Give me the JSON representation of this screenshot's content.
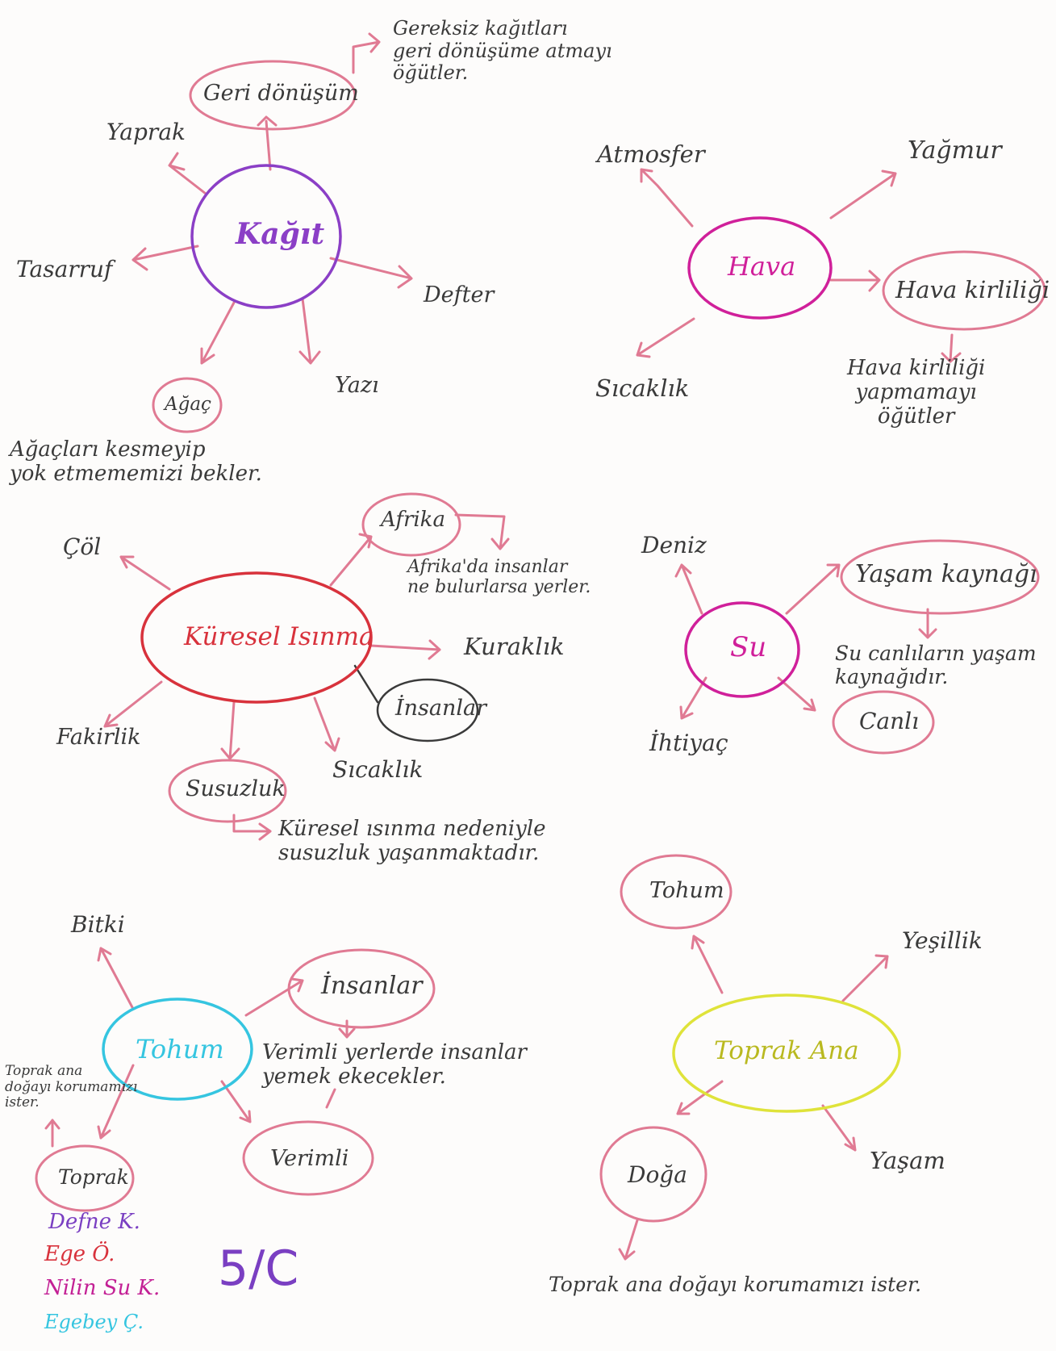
{
  "colors": {
    "pink": "#e07a93",
    "purple": "#8b3fc6",
    "magenta": "#d0209a",
    "red": "#d8323c",
    "cyan": "#35c5e0",
    "yellow": "#dfe33a",
    "black_ink": "#3a3a3a"
  },
  "clusters": {
    "kagit": {
      "center": "Kağıt",
      "geri_donusum": "Geri dönüşüm",
      "geri_note": "Gereksiz kağıtları\ngeri dönüşüme atmayı\nöğütler.",
      "yaprak": "Yaprak",
      "tasarruf": "Tasarruf",
      "defter": "Defter",
      "yazi": "Yazı",
      "agac": "Ağaç",
      "agac_note": "Ağaçları kesmeyip\nyok etmememizi bekler."
    },
    "hava": {
      "center": "Hava",
      "atmosfer": "Atmosfer",
      "yagmur": "Yağmur",
      "kirlilik": "Hava kirliliği",
      "sicaklik": "Sıcaklık",
      "kirlilik_note": "Hava kirliliği\nyapmamayı\nöğütler"
    },
    "kuresel": {
      "center": "Küresel Isınma",
      "afrika": "Afrika",
      "afrika_note": "Afrika'da insanlar\nne bulurlarsa yerler.",
      "col": "Çöl",
      "kuraklik": "Kuraklık",
      "insanlar": "İnsanlar",
      "fakirlik": "Fakirlik",
      "susuzluk": "Susuzluk",
      "sicaklik": "Sıcaklık",
      "susuzluk_note": "Küresel ısınma nedeniyle\nsusuzluk yaşanmaktadır."
    },
    "su": {
      "center": "Su",
      "deniz": "Deniz",
      "yasam": "Yaşam kaynağı",
      "yasam_note": "Su canlıların yaşam\nkaynağıdır.",
      "canli": "Canlı",
      "ihtiyac": "İhtiyaç"
    },
    "tohum": {
      "center": "Tohum",
      "bitki": "Bitki",
      "insanlar": "İnsanlar",
      "verimli_note": "Verimli yerlerde insanlar\nyemek ekecekler.",
      "verimli": "Verimli",
      "toprak": "Toprak",
      "toprak_note": "Toprak ana\ndoğayı korumamızı\nister."
    },
    "toprak_ana": {
      "center": "Toprak Ana",
      "tohum": "Tohum",
      "yesillik": "Yeşillik",
      "doga": "Doğa",
      "yasam": "Yaşam",
      "doga_note": "Toprak ana doğayı korumamızı ister."
    }
  },
  "signatures": [
    {
      "name": "Defne K.",
      "color": "#7a3fc2"
    },
    {
      "name": "Ege Ö.",
      "color": "#d8323c"
    },
    {
      "name": "Nilin Su K.",
      "color": "#c32095"
    },
    {
      "name": "Egebey Ç.",
      "color": "#35c5e0"
    }
  ],
  "class_label": "5/C"
}
